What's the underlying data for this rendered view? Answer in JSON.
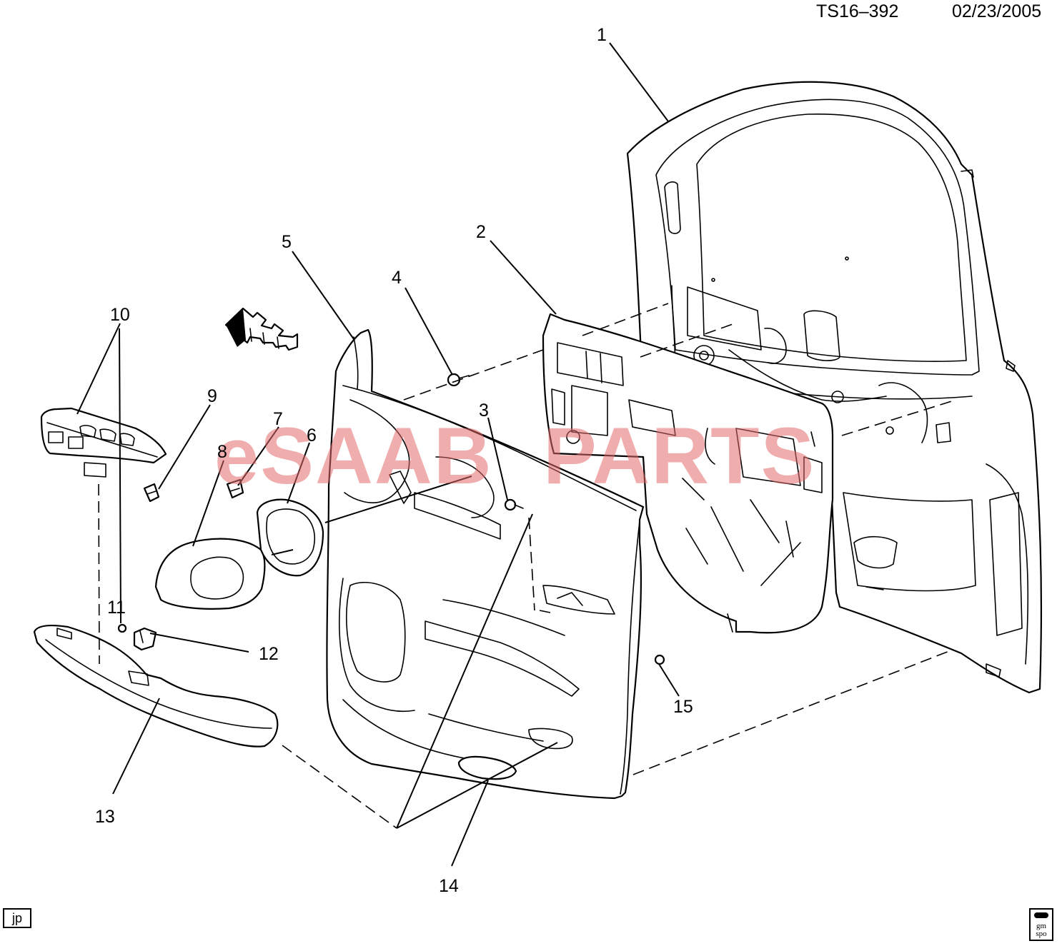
{
  "header": {
    "code": "TS16–392",
    "date": "02/23/2005"
  },
  "watermark": {
    "prefix": "eSAAB",
    "suffix": "PARTS"
  },
  "callouts": [
    {
      "num": "1"
    },
    {
      "num": "2"
    },
    {
      "num": "3"
    },
    {
      "num": "4"
    },
    {
      "num": "5"
    },
    {
      "num": "6"
    },
    {
      "num": "7"
    },
    {
      "num": "8"
    },
    {
      "num": "9"
    },
    {
      "num": "10"
    },
    {
      "num": "11"
    },
    {
      "num": "12"
    },
    {
      "num": "13"
    },
    {
      "num": "14"
    },
    {
      "num": "15"
    }
  ],
  "footer": {
    "drawer": "jp",
    "logo_top": "gm",
    "logo_bottom": "spo"
  },
  "icons": [
    "front-direction-arrow-icon",
    "gm-spo-logo-icon"
  ]
}
